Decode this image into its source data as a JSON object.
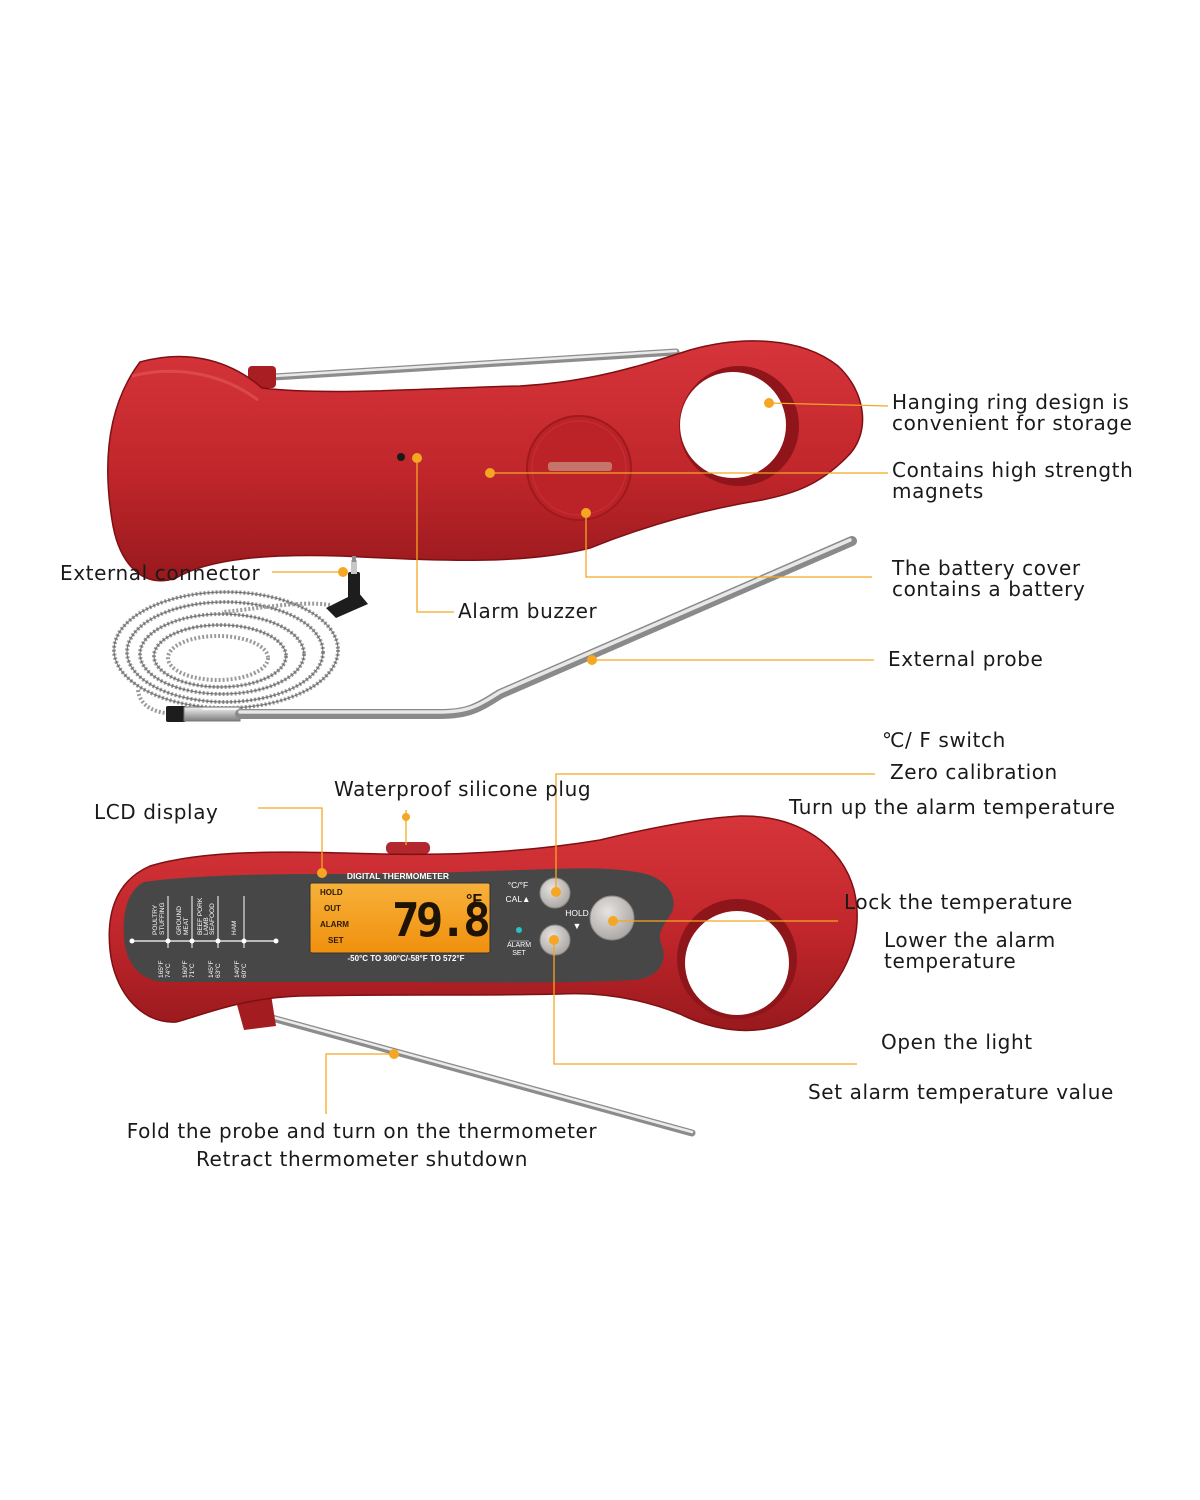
{
  "callouts": {
    "hanging_ring": [
      "Hanging ring design is",
      "convenient for storage"
    ],
    "magnets": [
      "Contains high strength",
      "magnets"
    ],
    "external_connector": "External connector",
    "alarm_buzzer": "Alarm buzzer",
    "battery_cover": [
      "The battery cover",
      "contains a battery"
    ],
    "external_probe": "External probe",
    "cf_switch": "℃/ F switch",
    "zero_calibration": "Zero calibration",
    "turn_up_alarm": "Turn up the alarm temperature",
    "waterproof_plug": "Waterproof silicone plug",
    "lcd_display": "LCD display",
    "lock_temperature": "Lock the temperature",
    "lower_alarm": [
      "Lower the alarm",
      "temperature"
    ],
    "open_light": "Open the light",
    "set_alarm_value": "Set alarm temperature value",
    "fold_probe": "Fold the probe and turn on the thermometer",
    "retract": "Retract thermometer shutdown"
  },
  "device": {
    "title": "DIGITAL THERMOMETER",
    "reading": "79.8",
    "unit": "°F",
    "lcd_labels": [
      "HOLD",
      "OUT",
      "ALARM",
      "SET"
    ],
    "range": "-50°C TO 300°C/-58°F TO 572°F",
    "button_cf_label": "°C/°F",
    "button_cal_label": "CAL▲",
    "button_hold_label": "HOLD",
    "hold_arrow": "▼",
    "button_alarm_label": "ALARM",
    "button_set_label": "SET",
    "chart_labels": [
      [
        "POULTRY",
        "STUFFING"
      ],
      [
        "GROUND",
        "MEAT"
      ],
      [
        "BEEF PORK",
        "LAMB",
        "SEAFOOD"
      ],
      [
        "HAM"
      ]
    ],
    "chart_temps": [
      [
        "165°F",
        "74°C"
      ],
      [
        "160°F",
        "71°C"
      ],
      [
        "145°F",
        "63°C"
      ],
      [
        "140°F",
        "60°C"
      ]
    ]
  },
  "colors": {
    "body_red": "#c0262b",
    "dark_red": "#8c1418",
    "panel_gray": "#4a4a4a",
    "lcd_orange": "#f5a11a",
    "leader_orange": "#f5a623",
    "label_text": "#1a1a1a"
  }
}
